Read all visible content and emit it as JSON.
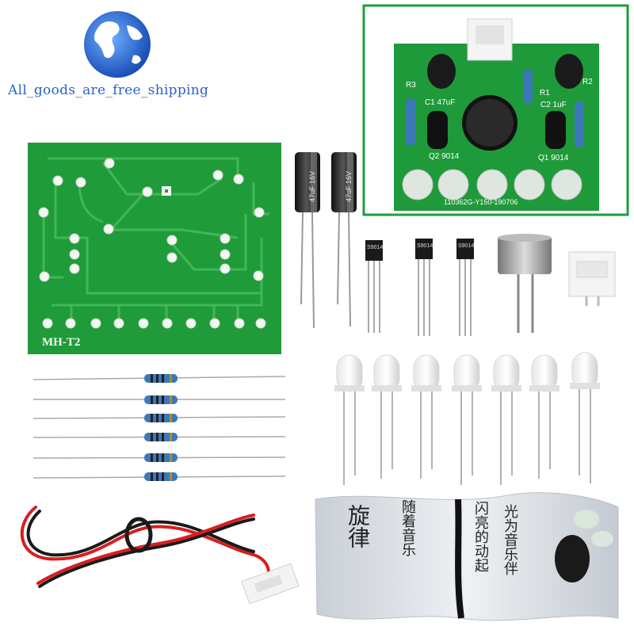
{
  "brand": {
    "watermark_text": "All_goods_are_free_shipping",
    "globe_icon": "globe-icon"
  },
  "pcb": {
    "label": "MH-T2"
  },
  "inset": {
    "labels": {
      "r3": "R3",
      "r1": "R1",
      "r2": "R2",
      "c1": "C1 47uF",
      "c2": "C2 1uF",
      "q2": "Q2 9014",
      "q1": "Q1 9014",
      "code": "110362G-Y150-190706"
    }
  },
  "capacitors": {
    "marking": "47uF 16V"
  },
  "transistors": {
    "marking": "S9014"
  },
  "booklet": {
    "line1": "旋律",
    "line2": "随着音乐",
    "line3": "闪亮的动起",
    "line4": "光为音乐伴"
  },
  "colors": {
    "pcb_green": "#1f9b3a",
    "trace_green": "#43b85a",
    "brand_blue": "#2a63c9",
    "frame_green": "#1e9e3c",
    "wire_red": "#d81e1e",
    "wire_black": "#1a1a1a"
  }
}
